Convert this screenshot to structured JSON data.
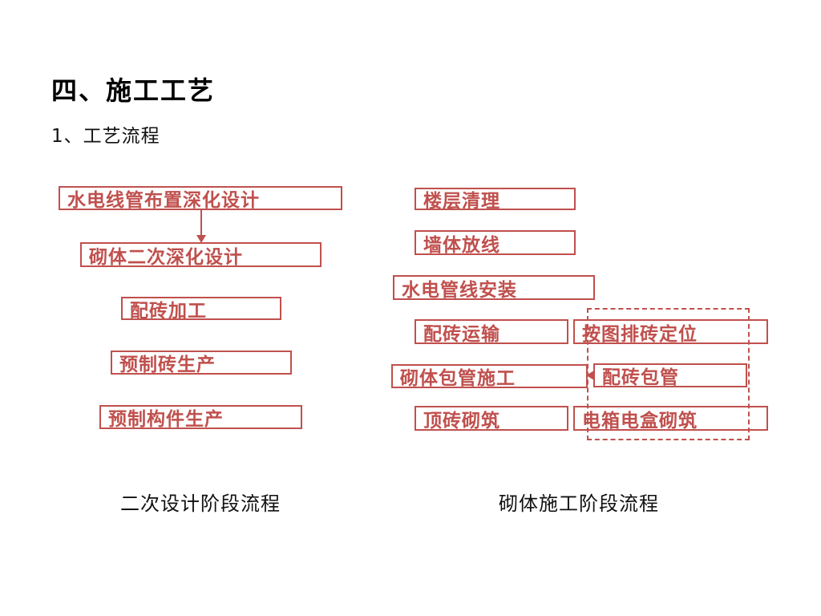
{
  "title": "四、施工工艺",
  "subtitle": "1、工艺流程",
  "accent_color": "#C0504D",
  "left_flow": {
    "caption": "二次设计阶段流程",
    "boxes": [
      "水电线管布置深化设计",
      "砌体二次深化设计",
      "配砖加工",
      "预制砖生产",
      "预制构件生产"
    ]
  },
  "right_flow": {
    "caption": "砌体施工阶段流程",
    "main_boxes": [
      "楼层清理",
      "墙体放线",
      "水电管线安装",
      "配砖运输",
      "砌体包管施工",
      "顶砖砌筑"
    ],
    "detail_boxes": [
      "按图排砖定位",
      "配砖包管",
      "电箱电盒砌筑"
    ]
  }
}
